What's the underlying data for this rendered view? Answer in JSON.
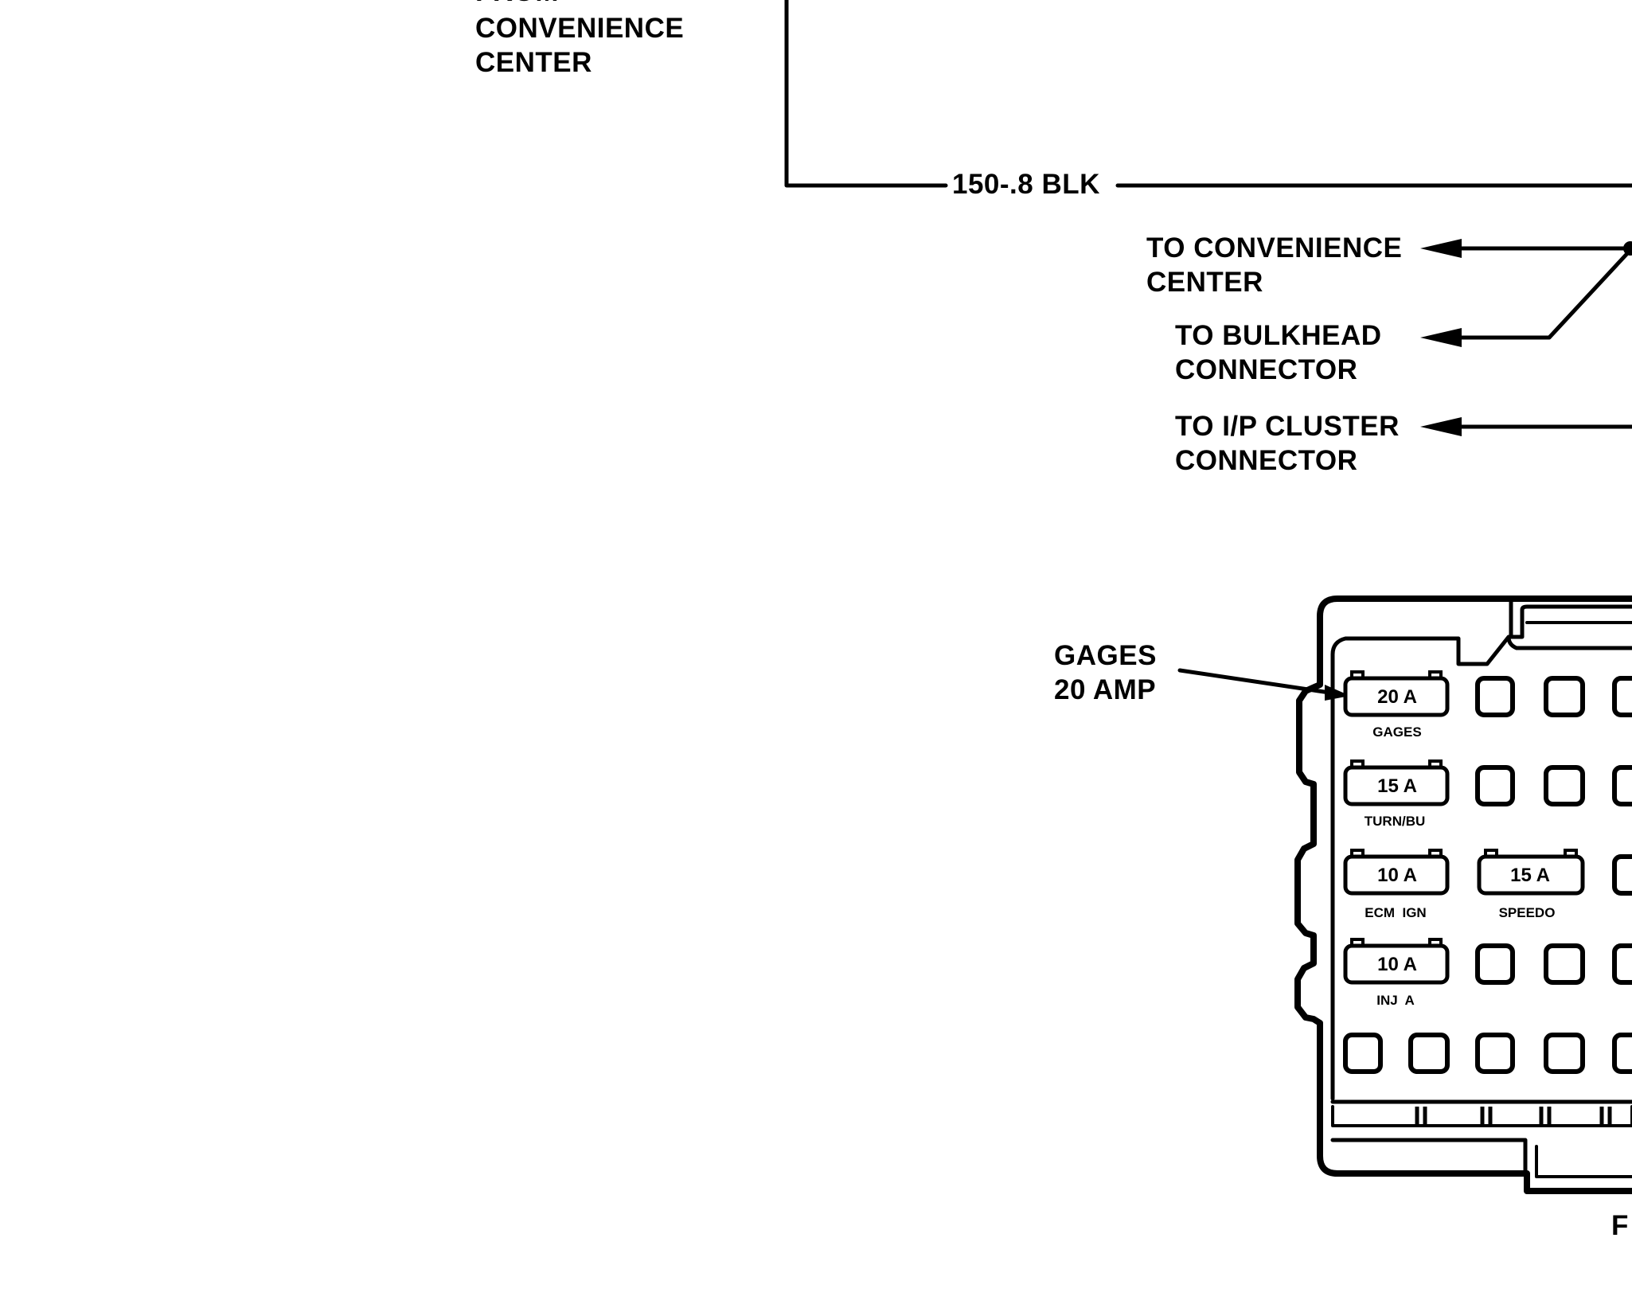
{
  "labels": {
    "from_line1": "FROM",
    "from_line2": "CONVENIENCE",
    "from_line3": "CENTER",
    "wire": "150-.8 BLK",
    "to_conv_line1": "TO CONVENIENCE",
    "to_conv_line2": "CENTER",
    "to_bulk_line1": "TO BULKHEAD",
    "to_bulk_line2": "CONNECTOR",
    "to_ip_line1": "TO I/P CLUSTER",
    "to_ip_line2": "CONNECTOR",
    "gages_line1": "GAGES",
    "gages_line2": "20 AMP",
    "bottom_cut": "F"
  },
  "fuses": [
    {
      "value": "20 A",
      "name": "GAGES"
    },
    {
      "value": "15 A",
      "name": "TURN/BU"
    },
    {
      "value": "10 A",
      "name": "ECM  IGN"
    },
    {
      "value": "15 A",
      "name": "SPEEDO"
    },
    {
      "value": "10 A",
      "name": "INJ  A"
    }
  ]
}
